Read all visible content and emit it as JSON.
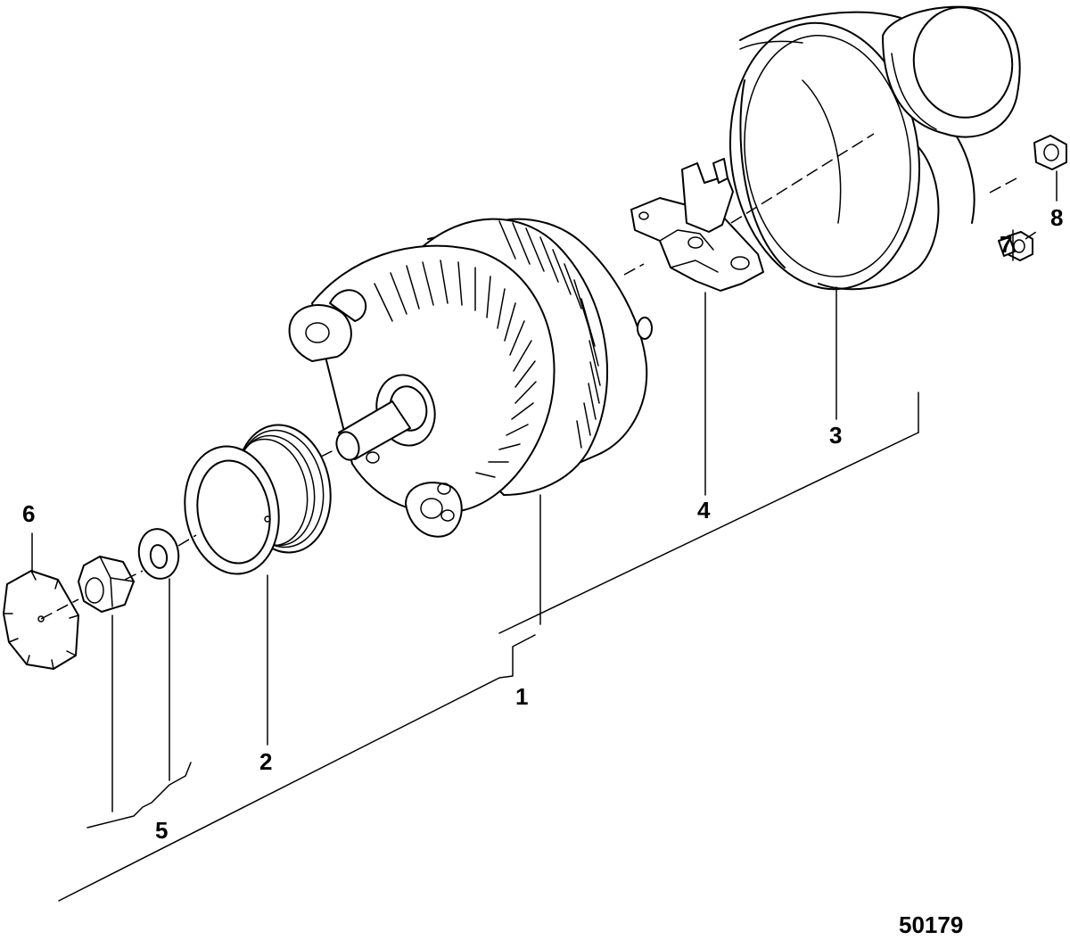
{
  "callouts": {
    "c1": "1",
    "c2": "2",
    "c3": "3",
    "c4": "4",
    "c5": "5",
    "c6": "6",
    "c7": "7",
    "c8": "8"
  },
  "figure_number": "50179",
  "parts": {
    "alternator": "alternator-assembly",
    "pulley": "pulley",
    "fan_shroud": "fan-shroud",
    "regulator": "voltage-regulator",
    "washer": "lock-washer",
    "shaft_nut": "pulley-nut",
    "cap": "nut-cover-cap",
    "small_nut_7": "hex-nut",
    "small_nut_8": "hex-nut"
  },
  "style": {
    "line_color": "#000000",
    "background": "#ffffff"
  }
}
